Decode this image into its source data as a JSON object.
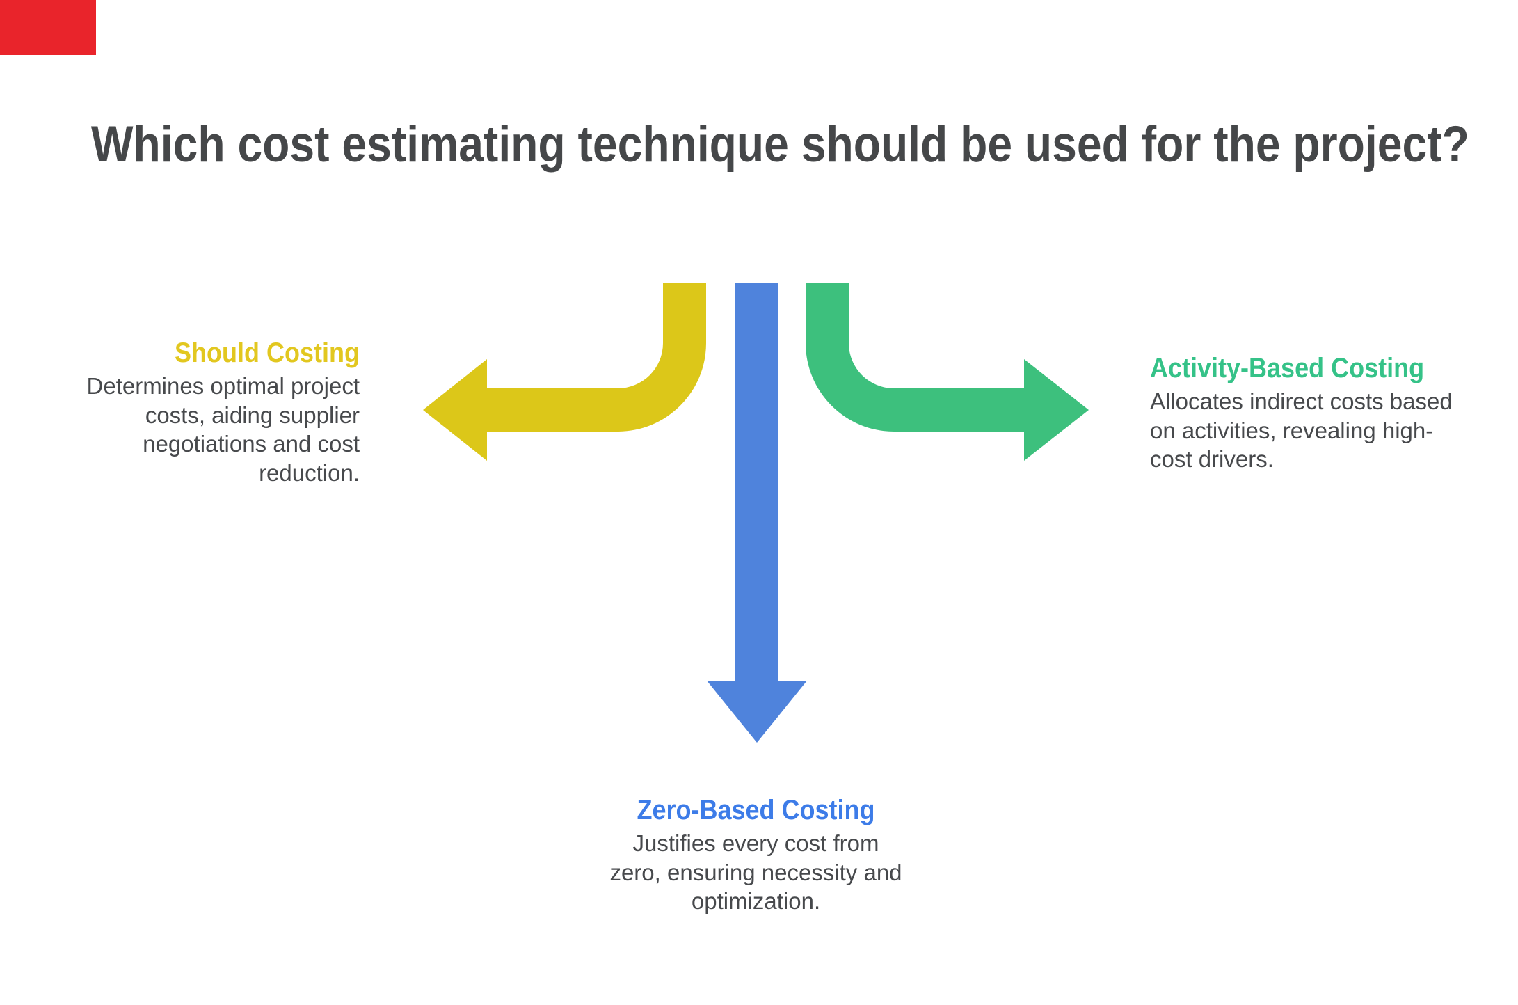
{
  "canvas": {
    "background": "#FFFFFF"
  },
  "corner_marker": {
    "color": "#E9242B"
  },
  "title": {
    "text": "Which cost estimating technique should be used for the project?",
    "color": "#454749"
  },
  "body_text_color": "#47494C",
  "branches": [
    {
      "direction": "left",
      "heading": "Should Costing",
      "heading_color": "#E2C71F",
      "arrow_color": "#DCC719",
      "description": "Determines optimal project costs, aiding supplier negotiations and cost reduction."
    },
    {
      "direction": "down",
      "heading": "Zero-Based Costing",
      "heading_color": "#3D7CE8",
      "arrow_color": "#4F83DC",
      "description": "Justifies every cost from zero, ensuring necessity and optimization."
    },
    {
      "direction": "right",
      "heading": "Activity-Based Costing",
      "heading_color": "#35C288",
      "arrow_color": "#3DC07D",
      "description": "Allocates indirect costs based on activities, revealing high-cost drivers."
    }
  ]
}
